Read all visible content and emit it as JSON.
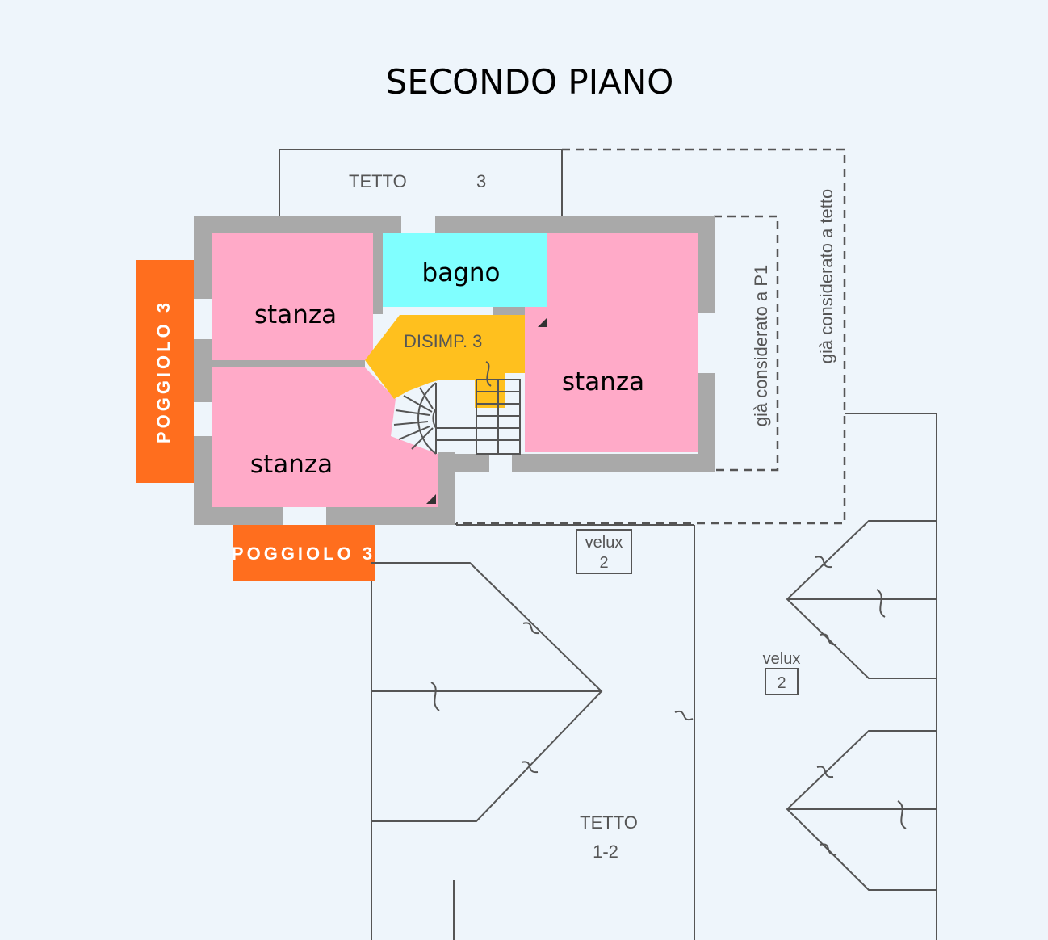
{
  "title": "SECONDO PIANO",
  "rooms": [
    {
      "label": "stanza",
      "color": "#ffaac8"
    },
    {
      "label": "stanza",
      "color": "#ffaac8"
    },
    {
      "label": "stanza",
      "color": "#ffaac8"
    },
    {
      "label": "bagno",
      "color": "#80ffff"
    },
    {
      "label": "DISIMP. 3",
      "color": "#ffc01e"
    }
  ],
  "balconies": [
    {
      "label": "POGGIOLO 3",
      "color": "#ff6e1e"
    },
    {
      "label": "POGGIOLO 3",
      "color": "#ff6e1e"
    }
  ],
  "roofs": {
    "tetto_top": {
      "label": "TETTO",
      "number": "3"
    },
    "tetto_bottom": {
      "label": "TETTO",
      "number": "1-2"
    }
  },
  "velux": [
    {
      "label": "velux",
      "number": "2"
    },
    {
      "label": "velux",
      "number": "2"
    }
  ],
  "annotations": {
    "gia_p1": "già considerato a P1",
    "gia_tetto": "già considerato a tetto"
  },
  "colors": {
    "background": "#eef5fb",
    "wall": "#a9a9a9",
    "line": "#555555"
  }
}
